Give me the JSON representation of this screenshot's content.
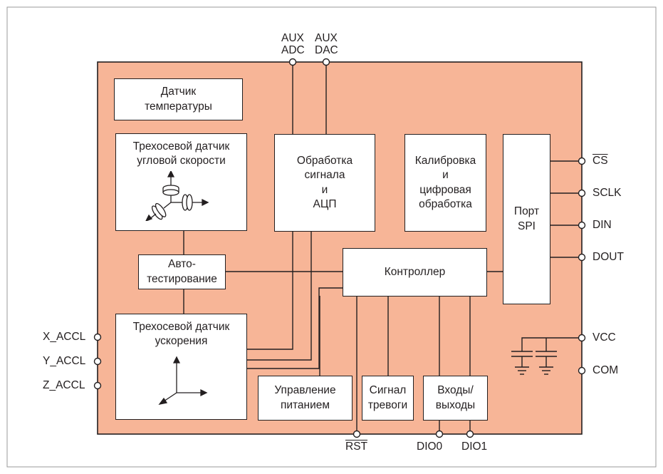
{
  "colors": {
    "chip_fill": "#f7b597",
    "stroke": "#231f20",
    "background": "#ffffff"
  },
  "blocks": {
    "temp_sensor": [
      "Датчик",
      "температуры"
    ],
    "gyro": [
      "Трехосевой датчик",
      "угловой скорости"
    ],
    "signal_proc": [
      "Обработка",
      "сигнала",
      "и",
      "АЦП"
    ],
    "calibration": [
      "Калибровка",
      "и",
      "цифровая",
      "обработка"
    ],
    "spi_port": [
      "Порт",
      "SPI"
    ],
    "self_test": [
      "Авто-",
      "тестирование"
    ],
    "controller": [
      "Контроллер"
    ],
    "accel": [
      "Трехосевой датчик",
      "ускорения"
    ],
    "power_mgmt": [
      "Управление",
      "питанием"
    ],
    "alarm": [
      "Сигнал",
      "тревоги"
    ],
    "io": [
      "Входы/",
      "выходы"
    ]
  },
  "pins": {
    "aux_top": [
      "AUX",
      "AUX"
    ],
    "aux_bottom": [
      "ADC",
      "DAC"
    ],
    "cs": "CS",
    "sclk": "SCLK",
    "din": "DIN",
    "dout": "DOUT",
    "vcc": "VCC",
    "com": "COM",
    "x_accl": "X_ACCL",
    "y_accl": "Y_ACCL",
    "z_accl": "Z_ACCL",
    "rst": "RST",
    "dio0": "DIO0",
    "dio1": "DIO1"
  }
}
